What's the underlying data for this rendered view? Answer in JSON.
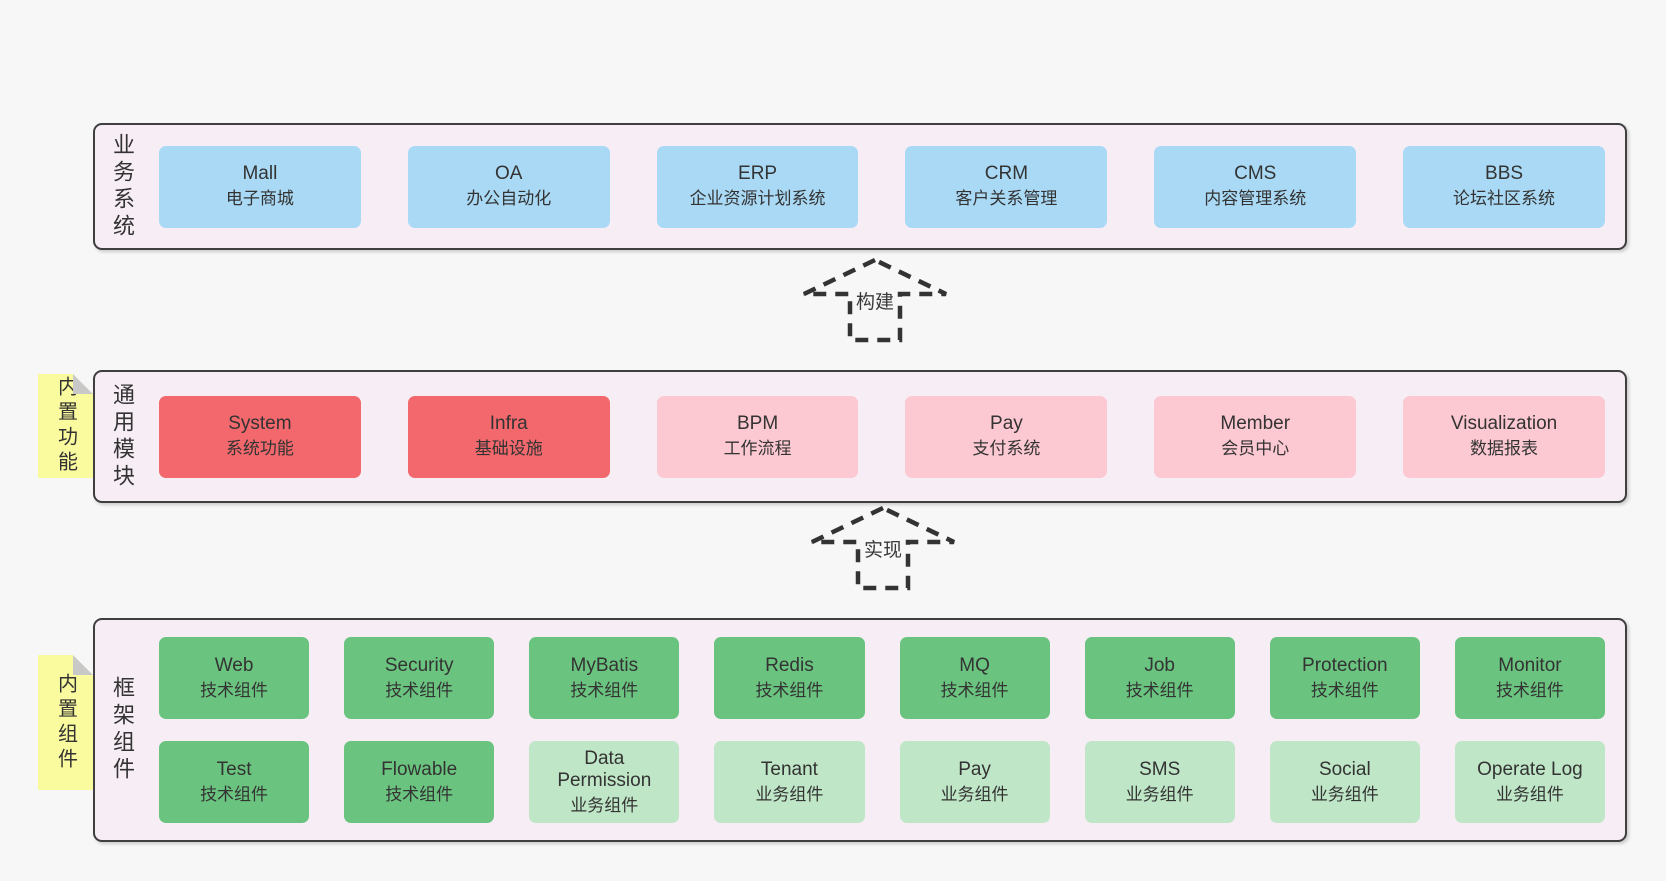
{
  "diagram": {
    "colors": {
      "page_bg": "#f7f7f7",
      "band_bg": "#f7edf5",
      "band_border": "#3f3f3f",
      "box_blue": "#a9d9f5",
      "box_red": "#f2686c",
      "box_pink": "#fcc8d1",
      "box_green_dark": "#6ac47f",
      "box_green_light": "#bfe6c6",
      "note_yellow": "#fafa9e",
      "text": "#333333"
    },
    "bands": [
      {
        "label": "业务系统",
        "boxes": [
          {
            "name": "Mall",
            "desc": "电子商城"
          },
          {
            "name": "OA",
            "desc": "办公自动化"
          },
          {
            "name": "ERP",
            "desc": "企业资源计划系统"
          },
          {
            "name": "CRM",
            "desc": "客户关系管理"
          },
          {
            "name": "CMS",
            "desc": "内容管理系统"
          },
          {
            "name": "BBS",
            "desc": "论坛社区系统"
          }
        ]
      },
      {
        "label": "通用模块",
        "note": "内置功能",
        "boxes": [
          {
            "name": "System",
            "desc": "系统功能"
          },
          {
            "name": "Infra",
            "desc": "基础设施"
          },
          {
            "name": "BPM",
            "desc": "工作流程"
          },
          {
            "name": "Pay",
            "desc": "支付系统"
          },
          {
            "name": "Member",
            "desc": "会员中心"
          },
          {
            "name": "Visualization",
            "desc": "数据报表"
          }
        ]
      },
      {
        "label": "框架组件",
        "note": "内置组件",
        "rows": [
          [
            {
              "name": "Web",
              "desc": "技术组件"
            },
            {
              "name": "Security",
              "desc": "技术组件"
            },
            {
              "name": "MyBatis",
              "desc": "技术组件"
            },
            {
              "name": "Redis",
              "desc": "技术组件"
            },
            {
              "name": "MQ",
              "desc": "技术组件"
            },
            {
              "name": "Job",
              "desc": "技术组件"
            },
            {
              "name": "Protection",
              "desc": "技术组件"
            },
            {
              "name": "Monitor",
              "desc": "技术组件"
            }
          ],
          [
            {
              "name": "Test",
              "desc": "技术组件"
            },
            {
              "name": "Flowable",
              "desc": "技术组件"
            },
            {
              "name": "Data Permission",
              "desc": "业务组件"
            },
            {
              "name": "Tenant",
              "desc": "业务组件"
            },
            {
              "name": "Pay",
              "desc": "业务组件"
            },
            {
              "name": "SMS",
              "desc": "业务组件"
            },
            {
              "name": "Social",
              "desc": "业务组件"
            },
            {
              "name": "Operate Log",
              "desc": "业务组件"
            }
          ]
        ]
      }
    ],
    "arrows": [
      {
        "label": "构建"
      },
      {
        "label": "实现"
      }
    ]
  }
}
